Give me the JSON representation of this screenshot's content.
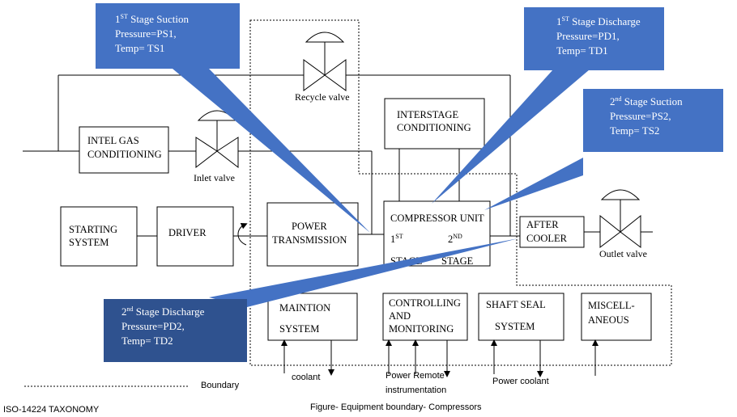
{
  "diagram": {
    "caption": "Figure- Equipment boundary- Compressors",
    "footer": "ISO-14224 TAXONOMY",
    "legend": {
      "label": "Boundary"
    },
    "boxes": {
      "inlet_gas": [
        "INTEL GAS",
        "CONDITIONING"
      ],
      "interstage": [
        "INTERSTAGE",
        "CONDITIONING"
      ],
      "starting": [
        "STARTING",
        "SYSTEM"
      ],
      "driver": [
        "DRIVER"
      ],
      "power_transmission": [
        "POWER",
        "TRANSMISSION"
      ],
      "compressor": {
        "title": "COMPRESSOR UNIT",
        "stage1_top": "1",
        "stage1_sup": "ST",
        "stage1_bottom": "STAGE",
        "stage2_top": "2",
        "stage2_sup": "ND",
        "stage2_bottom": "STAGE"
      },
      "after_cooler": [
        "AFTER",
        "COOLER"
      ],
      "maintenance": [
        "MAINTION",
        "SYSTEM"
      ],
      "controlling": [
        "CONTROLLING",
        "AND",
        "MONITORING"
      ],
      "shaft_seal": [
        "SHAFT SEAL",
        "SYSTEM"
      ],
      "misc": [
        "MISCELL-",
        "ANEOUS"
      ]
    },
    "valves": {
      "recycle": "Recycle valve",
      "inlet": "Inlet valve",
      "outlet": "Outlet valve"
    },
    "utilities": {
      "coolant": "coolant",
      "power_remote": "Power Remote",
      "instrumentation": "instrumentation",
      "power_coolant": "Power coolant"
    },
    "callouts": {
      "ps1": {
        "l1_pre": "1",
        "l1_sup": "ST",
        "l1_post": " Stage Suction",
        "l2": "Pressure=PS1,",
        "l3": "Temp= TS1"
      },
      "pd1": {
        "l1_pre": "1",
        "l1_sup": "ST",
        "l1_post": " Stage Discharge",
        "l2": "Pressure=PD1,",
        "l3": "Temp= TD1"
      },
      "ps2": {
        "l1_pre": "2",
        "l1_sup": "nd",
        "l1_post": "  Stage Suction",
        "l2": "Pressure=PS2,",
        "l3": "Temp= TS2"
      },
      "pd2": {
        "l1_pre": "2",
        "l1_sup": "nd",
        "l1_post": " Stage Discharge",
        "l2": "Pressure=PD2,",
        "l3": "Temp= TD2"
      }
    },
    "colors": {
      "callout": "#4472c4",
      "callout_dark": "#2f528f",
      "line": "#000000"
    }
  }
}
